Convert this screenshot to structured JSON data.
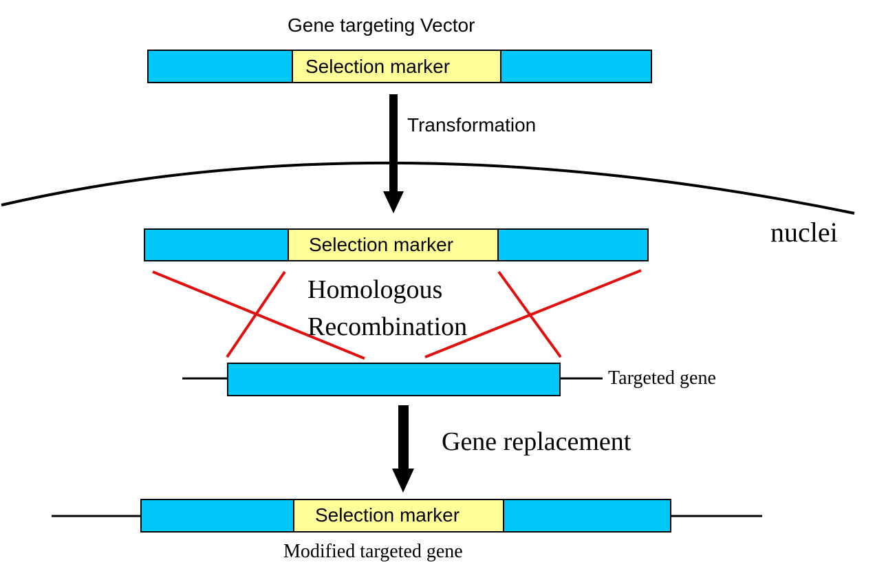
{
  "labels": {
    "vector_title": "Gene targeting Vector",
    "selection_marker": "Selection marker",
    "transformation": "Transformation",
    "nuclei": "nuclei",
    "homologous": "Homologous",
    "recombination": "Recombination",
    "targeted_gene": "Targeted gene",
    "gene_replacement": "Gene replacement",
    "modified_targeted_gene": "Modified targeted gene"
  },
  "colors": {
    "homology_arm": "#00c8fa",
    "selection_marker": "#ffff99",
    "crossover_line": "#e01010",
    "stroke": "#000000"
  }
}
